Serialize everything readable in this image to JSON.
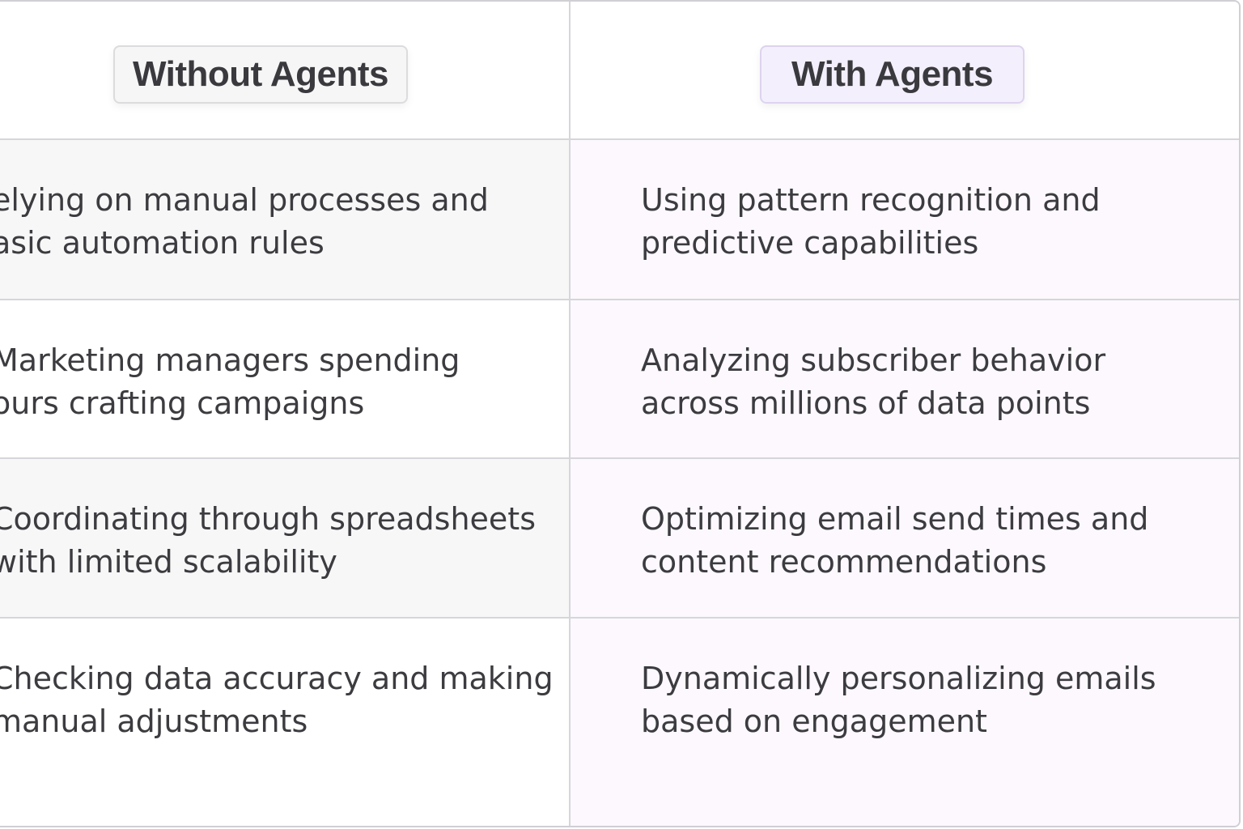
{
  "table": {
    "headers": {
      "left": "Without Agents",
      "right": "With Agents"
    },
    "rows": [
      {
        "left": "elying on manual processes and\nasic automation rules",
        "right": "Using pattern recognition and\npredictive capabilities"
      },
      {
        "left": "Marketing managers spending\nours crafting campaigns",
        "right": "Analyzing subscriber behavior\nacross millions of data points"
      },
      {
        "left": "Coordinating through spreadsheets\nwith limited scalability",
        "right": "Optimizing email send times and\ncontent recommendations"
      },
      {
        "left": "Checking data accuracy and making\nmanual adjustments",
        "right": "Dynamically personalizing emails\nbased on engagement"
      }
    ]
  },
  "colors": {
    "header_left_pill": "#f6f6f7",
    "header_right_pill": "#f4effc",
    "row_shaded_left": "#f7f7f8",
    "row_right_tint": "#fcf8fd",
    "text": "#3c3c40",
    "border": "#d6d6da"
  }
}
